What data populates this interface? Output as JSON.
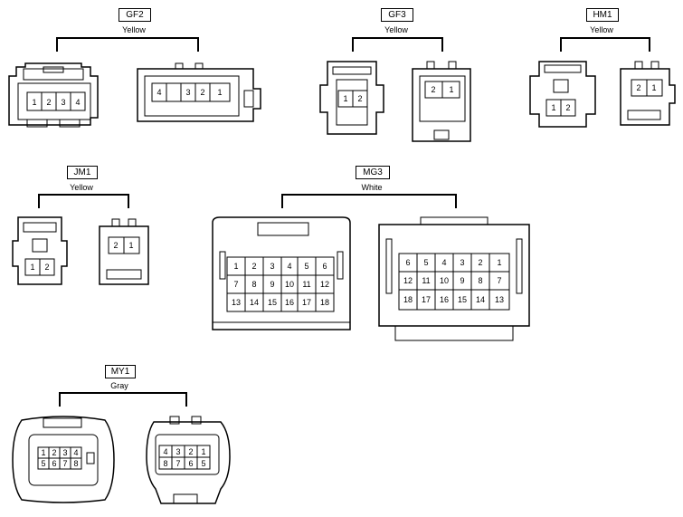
{
  "connectors": {
    "gf2": {
      "code": "GF2",
      "color": "Yellow",
      "female_pins": [
        "1",
        "2",
        "3",
        "4"
      ],
      "male_pins": [
        "4",
        "3",
        "2",
        "1"
      ]
    },
    "gf3": {
      "code": "GF3",
      "color": "Yellow",
      "female_pins": [
        "1",
        "2"
      ],
      "male_pins": [
        "2",
        "1"
      ]
    },
    "hm1": {
      "code": "HM1",
      "color": "Yellow",
      "female_pins": [
        "1",
        "2"
      ],
      "male_pins": [
        "2",
        "1"
      ]
    },
    "jm1": {
      "code": "JM1",
      "color": "Yellow",
      "female_pins": [
        "1",
        "2"
      ],
      "male_pins": [
        "2",
        "1"
      ]
    },
    "mg3": {
      "code": "MG3",
      "color": "White",
      "female_row1": [
        "1",
        "2",
        "3",
        "4",
        "5",
        "6"
      ],
      "female_row2": [
        "7",
        "8",
        "9",
        "10",
        "11",
        "12"
      ],
      "female_row3": [
        "13",
        "14",
        "15",
        "16",
        "17",
        "18"
      ],
      "male_row1": [
        "6",
        "5",
        "4",
        "3",
        "2",
        "1"
      ],
      "male_row2": [
        "12",
        "11",
        "10",
        "9",
        "8",
        "7"
      ],
      "male_row3": [
        "18",
        "17",
        "16",
        "15",
        "14",
        "13"
      ]
    },
    "my1": {
      "code": "MY1",
      "color": "Gray",
      "female_row1": [
        "1",
        "2",
        "3",
        "4"
      ],
      "female_row2": [
        "5",
        "6",
        "7",
        "8"
      ],
      "male_row1": [
        "4",
        "3",
        "2",
        "1"
      ],
      "male_row2": [
        "8",
        "7",
        "6",
        "5"
      ]
    }
  }
}
